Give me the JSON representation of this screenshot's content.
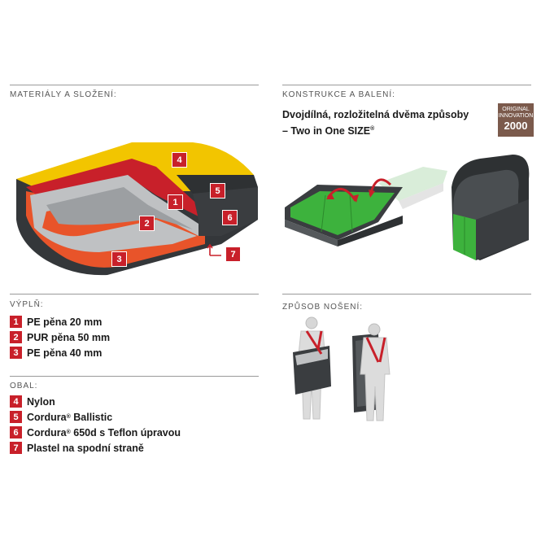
{
  "sections": {
    "materials": "MATERIÁLY A SLOŽENÍ:",
    "construction": "KONSTRUKCE A BALENÍ:",
    "filling": "VÝPLŇ:",
    "cover": "OBAL:",
    "carry": "ZPŮSOB NOŠENÍ:"
  },
  "headline": {
    "line1": "Dvojdílná, rozložitelná dvěma způsoby",
    "line2": "– Two in One SIZE",
    "trademark": "®"
  },
  "badge": {
    "line1": "ORIGINAL",
    "line2": "INNOVATION",
    "year": "2000"
  },
  "callouts": [
    "1",
    "2",
    "3",
    "4",
    "5",
    "6",
    "7"
  ],
  "filling_items": [
    {
      "num": "1",
      "text": "PE pěna 20 mm"
    },
    {
      "num": "2",
      "text": "PUR pěna 50 mm"
    },
    {
      "num": "3",
      "text": "PE pěna 40 mm"
    }
  ],
  "cover_items": [
    {
      "num": "4",
      "text": "Nylon"
    },
    {
      "num": "5",
      "text": "Cordura",
      "sup": "®",
      "rest": " Ballistic"
    },
    {
      "num": "6",
      "text": "Cordura",
      "sup": "®",
      "rest": " 650d s Teflon úpravou"
    },
    {
      "num": "7",
      "text": "Plastel na spodní straně"
    }
  ],
  "colors": {
    "accent_red": "#c8202a",
    "yellow": "#f2c500",
    "dark_gray": "#3a3d40",
    "green": "#3db23d",
    "brown_badge": "#7b5a4c"
  }
}
